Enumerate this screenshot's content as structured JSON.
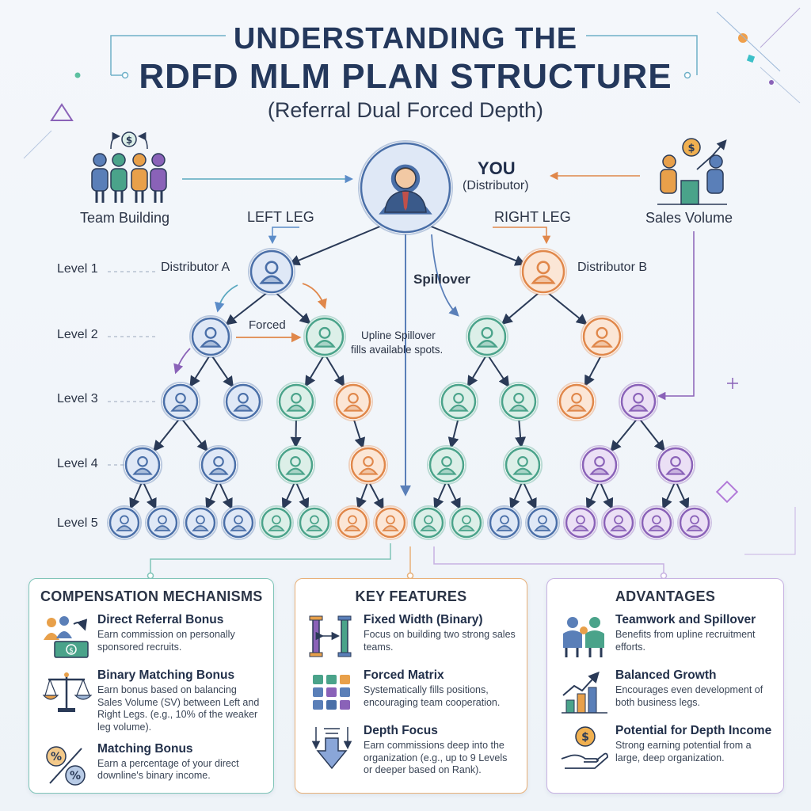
{
  "header": {
    "title_line1": "UNDERSTANDING THE",
    "title_line2": "RDFD MLM PLAN STRUCTURE",
    "subtitle": "(Referral Dual Forced Depth)"
  },
  "diagram": {
    "you_label": "YOU",
    "you_sublabel": "(Distributor)",
    "team_building": "Team Building",
    "sales_volume": "Sales Volume",
    "left_leg": "LEFT LEG",
    "right_leg": "RIGHT LEG",
    "distributor_a": "Distributor A",
    "distributor_b": "Distributor B",
    "spillover": "Spillover",
    "forced": "Forced",
    "upline_note_line1": "Upline Spillover",
    "upline_note_line2": "fills available spots.",
    "levels": [
      "Level 1",
      "Level 2",
      "Level 3",
      "Level 4",
      "Level 5"
    ]
  },
  "panels": {
    "compensation": {
      "title": "COMPENSATION MECHANISMS",
      "items": [
        {
          "head": "Direct Referral Bonus",
          "desc": "Earn commission on personally sponsored recruits.",
          "icon": "referral-money-icon"
        },
        {
          "head": "Binary Matching Bonus",
          "desc": "Earn bonus based on balancing Sales Volume (SV) between Left and Right Legs. (e.g., 10% of the weaker leg volume).",
          "icon": "balance-scale-icon"
        },
        {
          "head": "Matching Bonus",
          "desc": "Earn a percentage of your direct downline's binary income.",
          "icon": "percent-icon"
        }
      ]
    },
    "features": {
      "title": "KEY FEATURES",
      "items": [
        {
          "head": "Fixed Width (Binary)",
          "desc": "Focus on building two strong sales teams.",
          "icon": "fixed-width-icon"
        },
        {
          "head": "Forced Matrix",
          "desc": "Systematically fills positions, encouraging team cooperation.",
          "icon": "matrix-grid-icon"
        },
        {
          "head": "Depth Focus",
          "desc": "Earn commissions deep into the organization (e.g., up to 9 Levels or deeper based on Rank).",
          "icon": "depth-arrow-icon"
        }
      ]
    },
    "advantages": {
      "title": "ADVANTAGES",
      "items": [
        {
          "head": "Teamwork and Spillover",
          "desc": "Benefits from upline recruitment efforts.",
          "icon": "teamwork-icon"
        },
        {
          "head": "Balanced Growth",
          "desc": "Encourages even development of both business legs.",
          "icon": "growth-chart-icon"
        },
        {
          "head": "Potential for Depth Income",
          "desc": "Strong earning potential from a large, deep organization.",
          "icon": "coin-hand-icon"
        }
      ]
    }
  },
  "colors": {
    "blue": "#4a6fa8",
    "green": "#4aa38a",
    "orange": "#e0874a",
    "purple": "#8a62b8",
    "navy": "#24385c"
  }
}
